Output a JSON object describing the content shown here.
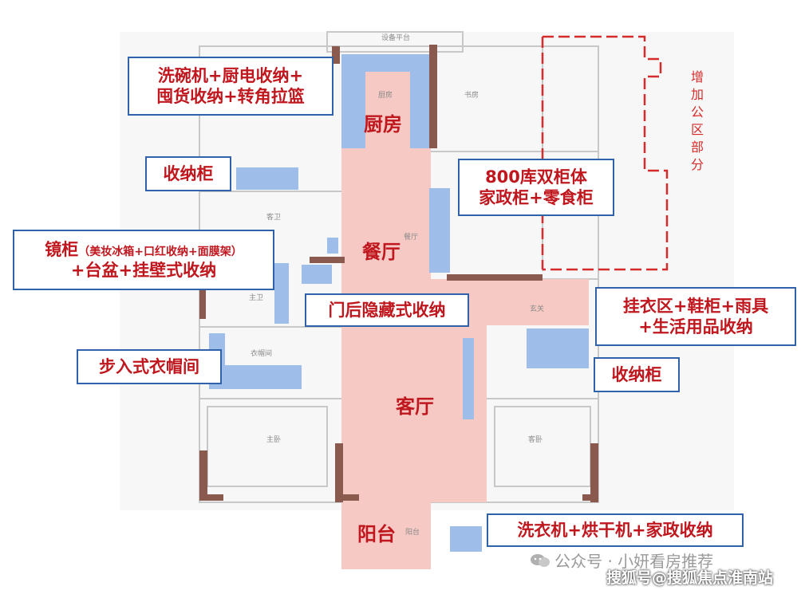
{
  "rooms": {
    "kitchen": "厨房",
    "dining": "餐厅",
    "living": "客厅",
    "balcony": "阳台"
  },
  "plan_labels": {
    "equipment_platform": "设备平台",
    "kitchen": "厨房",
    "study": "书房",
    "guest_bath": "客卫",
    "dining": "餐厅",
    "master_bath": "主卫",
    "entrance": "玄关",
    "walk_in_closet": "衣帽间",
    "master_bedroom": "主卧",
    "guest_bedroom": "客卧",
    "balcony": "阳台"
  },
  "public_area": [
    "增",
    "加",
    "公",
    "区",
    "部",
    "分"
  ],
  "callouts": {
    "kitchen_storage": [
      "洗碗机+厨电收纳+",
      "囤货收纳+转角拉篮"
    ],
    "storage_left": "收纳柜",
    "cabinet_800": [
      "800库双柜体",
      "家政柜+零食柜"
    ],
    "mirror": {
      "title": "镜柜",
      "note": "（美妆冰箱+口红收纳+面膜架）",
      "line2": "+台盆+挂壁式收纳"
    },
    "door_hidden": "门后隐藏式收纳",
    "entrance": [
      "挂衣区+鞋柜+雨具",
      "+生活用品收纳"
    ],
    "walk_in": "步入式衣帽间",
    "storage_right": "收纳柜",
    "laundry": "洗衣机+烘干机+家政收纳"
  },
  "watermark": {
    "account": "公众号 · 小妍看房推荐",
    "source": "搜狐号@搜狐焦点淮南站"
  },
  "colors": {
    "pink_zone": "#f6c9c4",
    "blue_storage": "#9fbde9",
    "wall": "#8a5a4e",
    "callout_text": "#c0171e",
    "callout_border": "#2f62a8",
    "dash": "#d62b2b"
  }
}
